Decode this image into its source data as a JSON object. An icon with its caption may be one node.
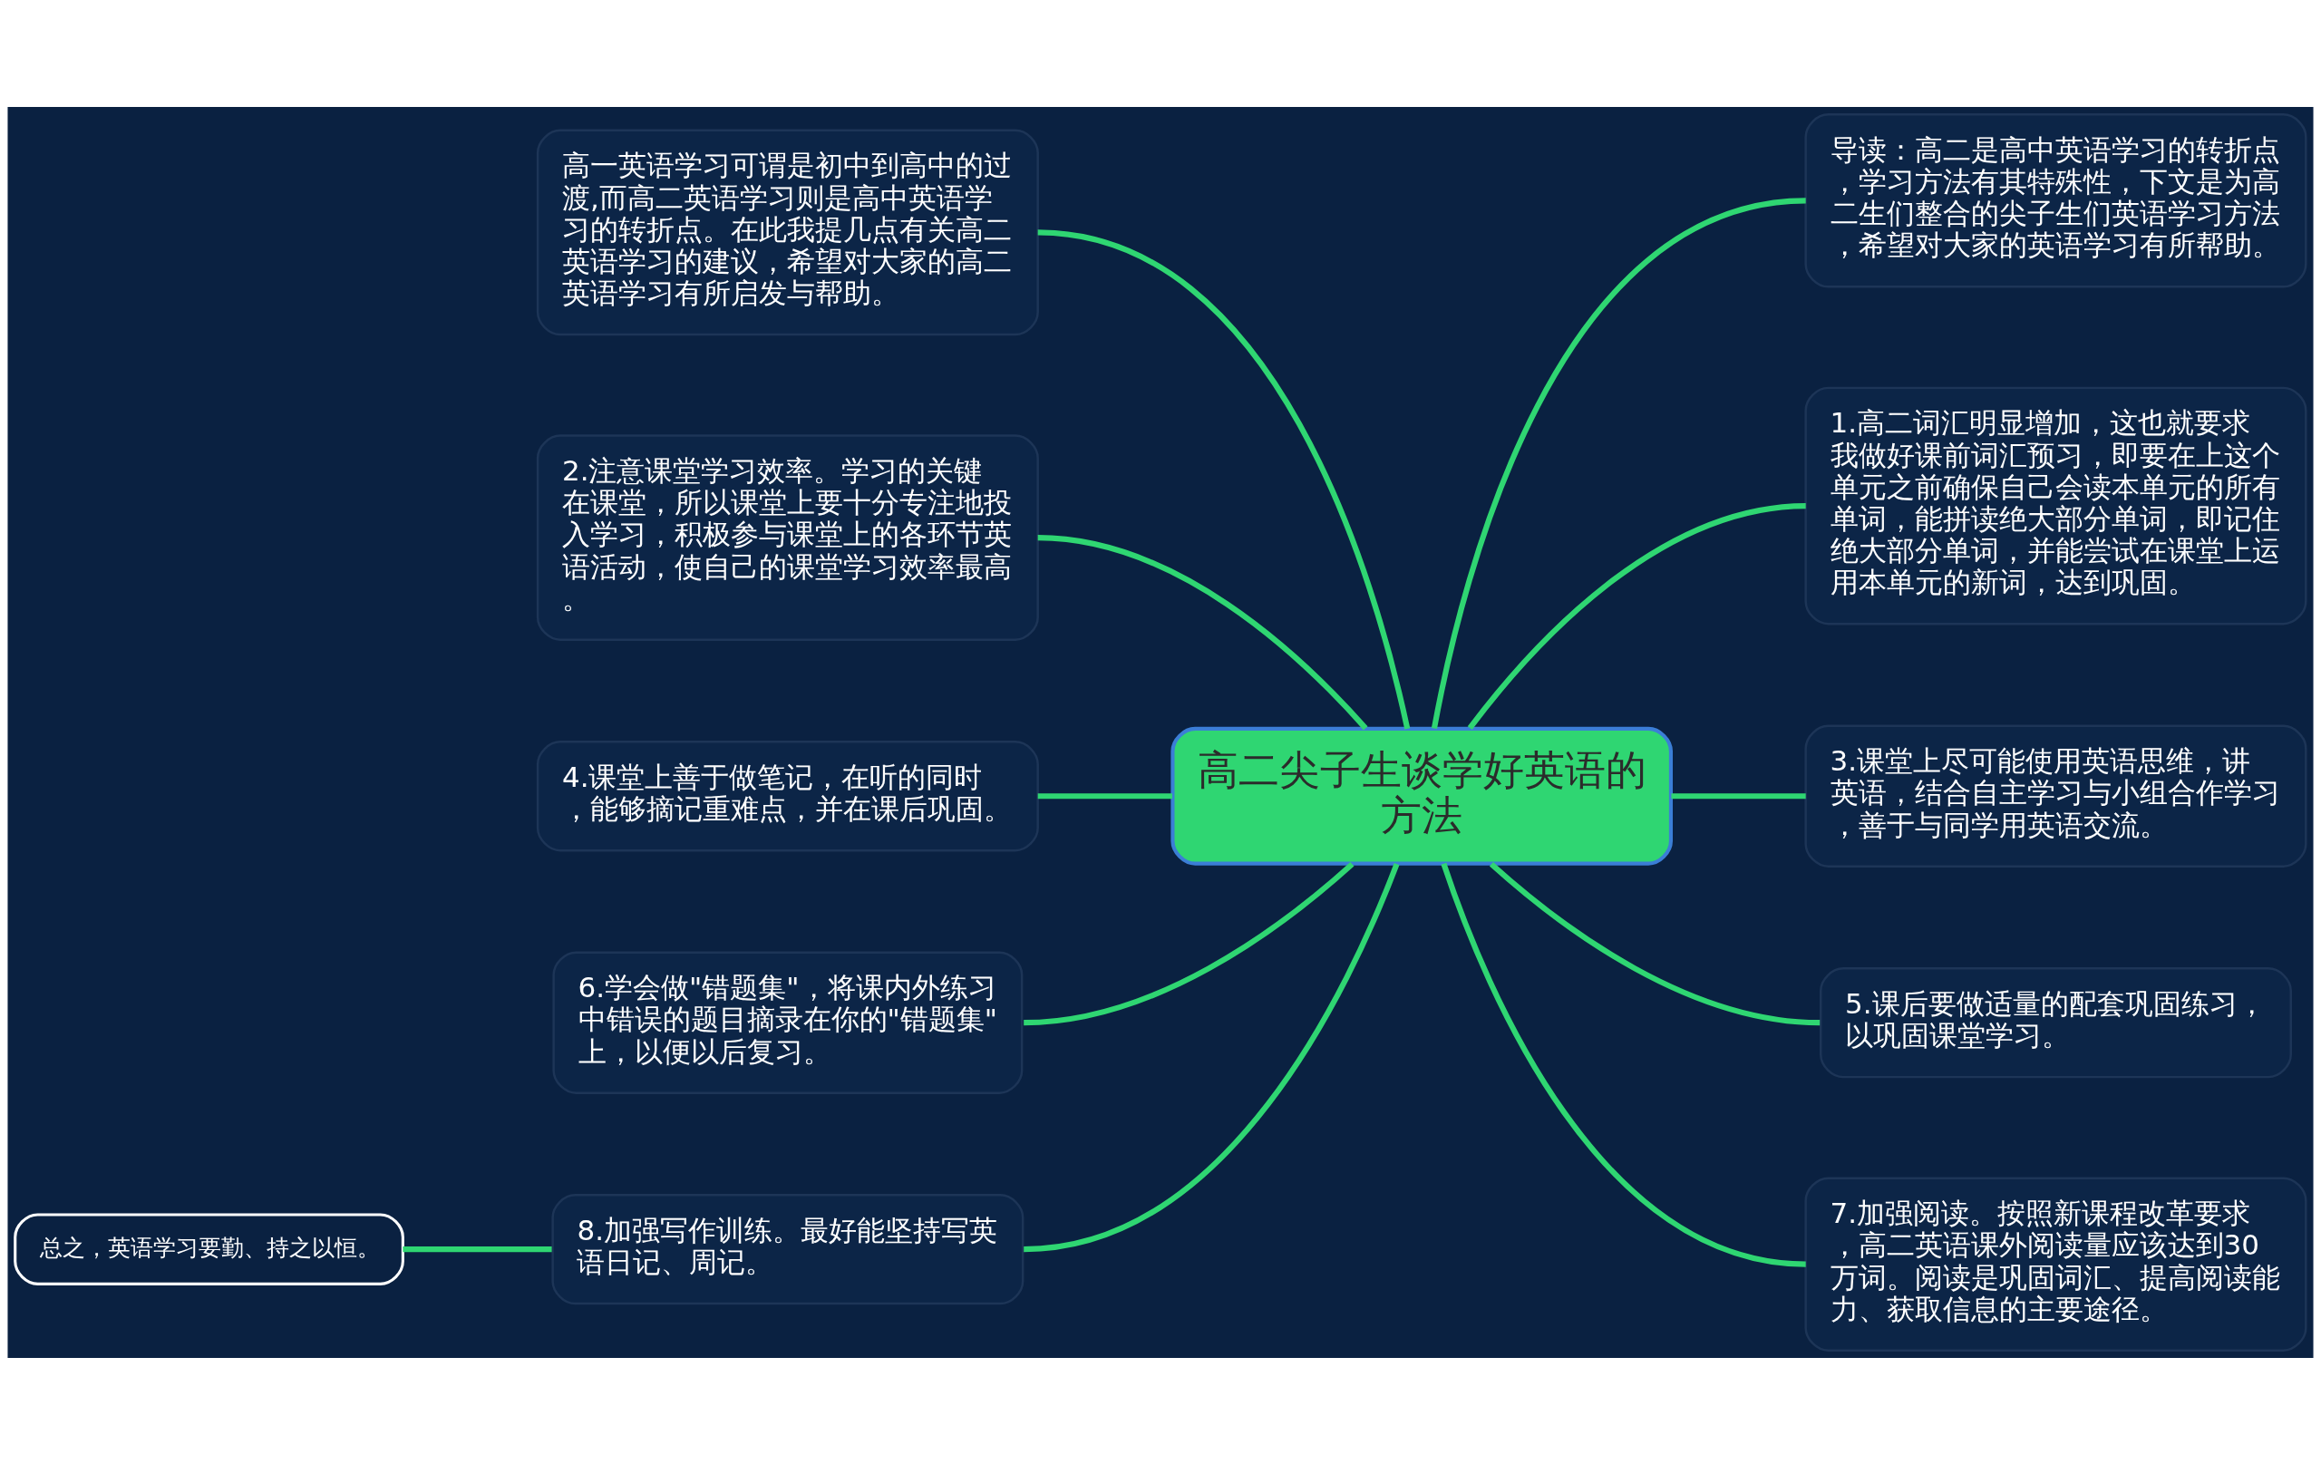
{
  "diagram": {
    "nodes": [
      {
        "text": [
          "高二尖子生谈学好英语的方法"
        ]
      },
      {
        "text": [
          "导读：高二是高中英语学习的转折点，学习方法有其特殊性，下文是为高二生们整合的尖子生们英语学习方法，希望对大家的英语学习有所帮助。"
        ]
      },
      {
        "text": [
          "高一英语学习可谓是初中到高中的过渡,而高二英语学习则是高中英语学习的转折点。在此我提几点有关高二英语学习的建议，希望对大家的高二英语学习有所启发与帮助。"
        ]
      },
      {
        "text": [
          "1.高二词汇明显增加，这也就要求我做好课前词汇预习，即要在上这个单元之前确保自己会读本单元的所有单词，能拼读绝大部分单词，即记住绝大部分单词，并能尝试在课堂上运用本单元的新词，达到巩固。"
        ]
      },
      {
        "text": [
          "2.注意课堂学习效率。学习的关键在课堂，所以课堂上要十分专注地投入学习，积极参与课堂上的各环节英语活动，使自己的课堂学习效率最高。"
        ]
      },
      {
        "text": [
          "3.课堂上尽可能使用英语思维，讲英语，结合自主学习与小组合作学习，善于与同学用英语交流。"
        ]
      },
      {
        "text": [
          "4.课堂上善于做笔记，在听的同时，能够摘记重难点，并在课后巩固。"
        ]
      },
      {
        "text": [
          "5.课后要做适量的配套巩固练习，以巩固课堂学习。"
        ]
      },
      {
        "text": [
          "6.学会做\"错题集\"，将课内外练习中错误的题目摘录在你的\"错题集\"上，以便以后复习。"
        ]
      },
      {
        "text": [
          "7.加强阅读。按照新课程改革要求，高二英语课外阅读量应该达到30万词。阅读是巩固词汇、提高阅读能力、获取信息的主要途径。"
        ]
      },
      {
        "text": [
          "8.加强写作训练。最好能坚持写英语日记、周记。"
        ]
      },
      {
        "text": [
          "总之，英语学习要勤、持之以恒。"
        ]
      }
    ],
    "edges": [
      {
        "from": 0,
        "to": 1,
        "arrow": "none"
      },
      {
        "from": 0,
        "to": 2,
        "arrow": "none"
      },
      {
        "from": 0,
        "to": 3,
        "arrow": "none"
      },
      {
        "from": 0,
        "to": 4,
        "arrow": "none"
      },
      {
        "from": 0,
        "to": 5,
        "arrow": "none"
      },
      {
        "from": 0,
        "to": 6,
        "arrow": "none"
      },
      {
        "from": 0,
        "to": 7,
        "arrow": "none"
      },
      {
        "from": 0,
        "to": 8,
        "arrow": "none"
      },
      {
        "from": 0,
        "to": 9,
        "arrow": "none"
      },
      {
        "from": 0,
        "to": 10,
        "arrow": "none"
      },
      {
        "from": 10,
        "to": 11,
        "arrow": "none"
      }
    ]
  }
}
